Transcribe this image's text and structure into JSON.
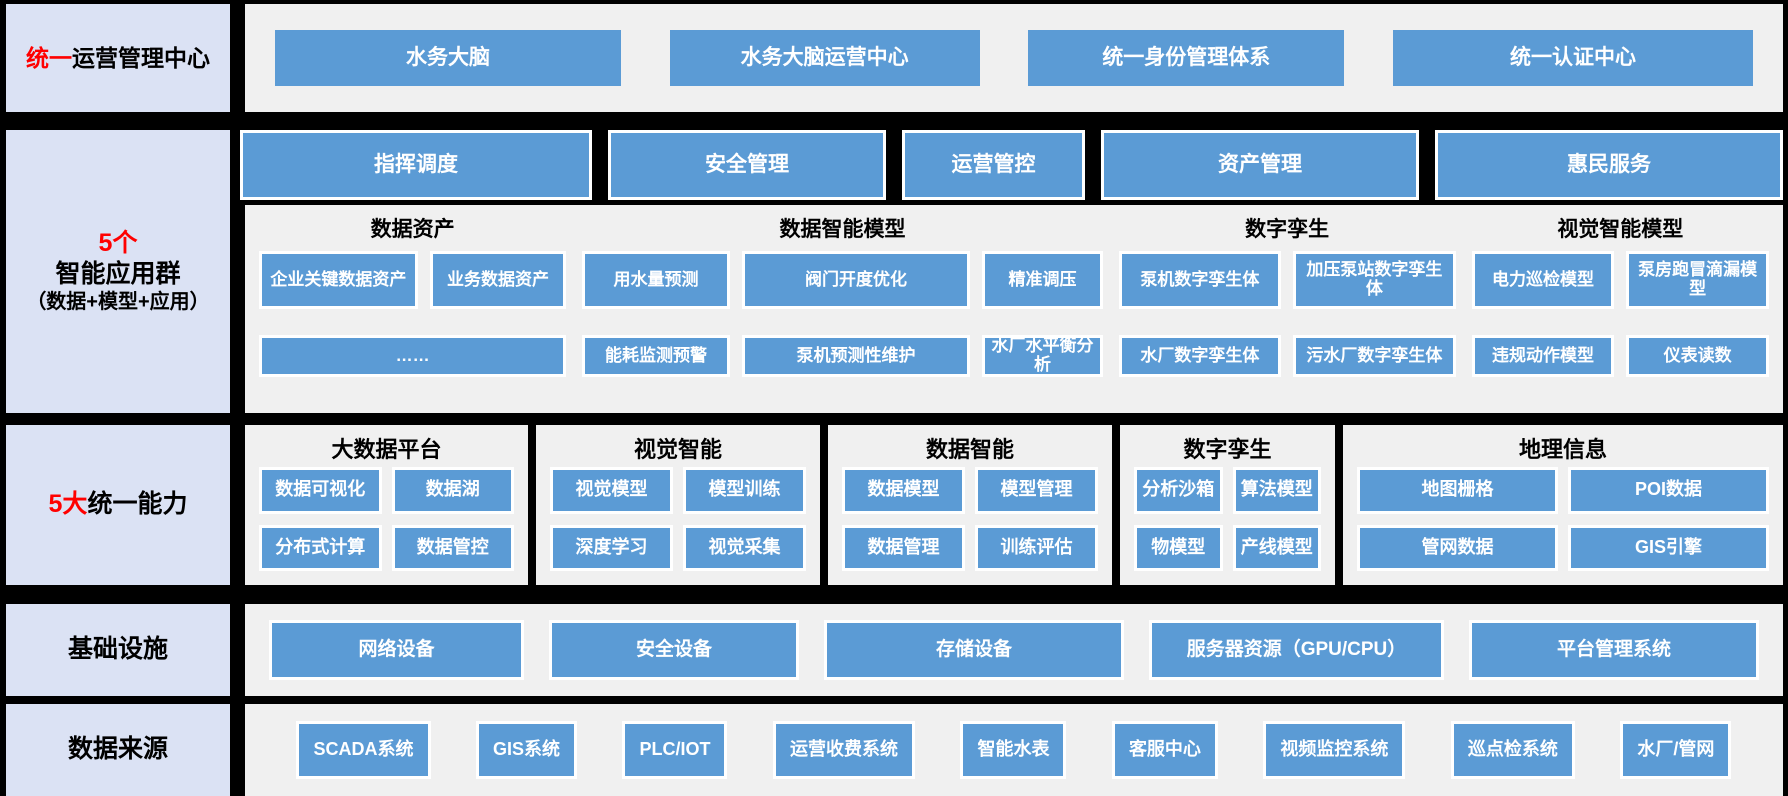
{
  "colors": {
    "accent_blue": "#5b9bd5",
    "panel_gray": "#f0f0f0",
    "sidebar_lavender": "#dbe2f4",
    "highlight_red": "#ff0000",
    "background": "#000000",
    "box_text": "#ffffff"
  },
  "sidebar": {
    "unified_ops": {
      "highlight": "统一",
      "rest": "运营管理中心"
    },
    "app_groups": {
      "line1": "5个",
      "line2": "智能应用群",
      "line3": "（数据+模型+应用）"
    },
    "capabilities": {
      "highlight": "5大",
      "rest": "统一能力"
    },
    "infrastructure": "基础设施",
    "data_sources": "数据来源"
  },
  "top_modules": [
    "水务大脑",
    "水务大脑运营中心",
    "统一身份管理体系",
    "统一认证中心"
  ],
  "app_groups": {
    "headers": [
      "指挥调度",
      "安全管理",
      "运营管控",
      "资产管理",
      "惠民服务"
    ],
    "groups": [
      {
        "title": "数据资产",
        "rows": [
          [
            "企业关键数据资产",
            "业务数据资产"
          ],
          [
            "……"
          ]
        ]
      },
      {
        "title": "数据智能模型",
        "rows": [
          [
            "用水量预测",
            "阀门开度优化",
            "精准调压"
          ],
          [
            "能耗监测预警",
            "泵机预测性维护",
            "水厂水平衡分析"
          ]
        ]
      },
      {
        "title": "数字孪生",
        "rows": [
          [
            "泵机数字孪生体",
            "加压泵站数字孪生体"
          ],
          [
            "水厂数字孪生体",
            "污水厂数字孪生体"
          ]
        ]
      },
      {
        "title": "视觉智能模型",
        "rows": [
          [
            "电力巡检模型",
            "泵房跑冒滴漏模型"
          ],
          [
            "违规动作模型",
            "仪表读数"
          ]
        ]
      }
    ]
  },
  "capabilities": {
    "panels": [
      {
        "title": "大数据平台",
        "boxes": [
          "数据可视化",
          "数据湖",
          "分布式计算",
          "数据管控"
        ]
      },
      {
        "title": "视觉智能",
        "boxes": [
          "视觉模型",
          "模型训练",
          "深度学习",
          "视觉采集"
        ]
      },
      {
        "title": "数据智能",
        "boxes": [
          "数据模型",
          "模型管理",
          "数据管理",
          "训练评估"
        ]
      },
      {
        "title": "数字孪生",
        "boxes": [
          "分析沙箱",
          "算法模型",
          "物模型",
          "产线模型"
        ]
      },
      {
        "title": "地理信息",
        "boxes": [
          "地图栅格",
          "POI数据",
          "管网数据",
          "GIS引擎"
        ]
      }
    ]
  },
  "infrastructure_modules": [
    "网络设备",
    "安全设备",
    "存储设备",
    "服务器资源（GPU/CPU）",
    "平台管理系统"
  ],
  "data_source_modules": [
    "SCADA系统",
    "GIS系统",
    "PLC/IOT",
    "运营收费系统",
    "智能水表",
    "客服中心",
    "视频监控系统",
    "巡点检系统",
    "水厂/管网"
  ]
}
